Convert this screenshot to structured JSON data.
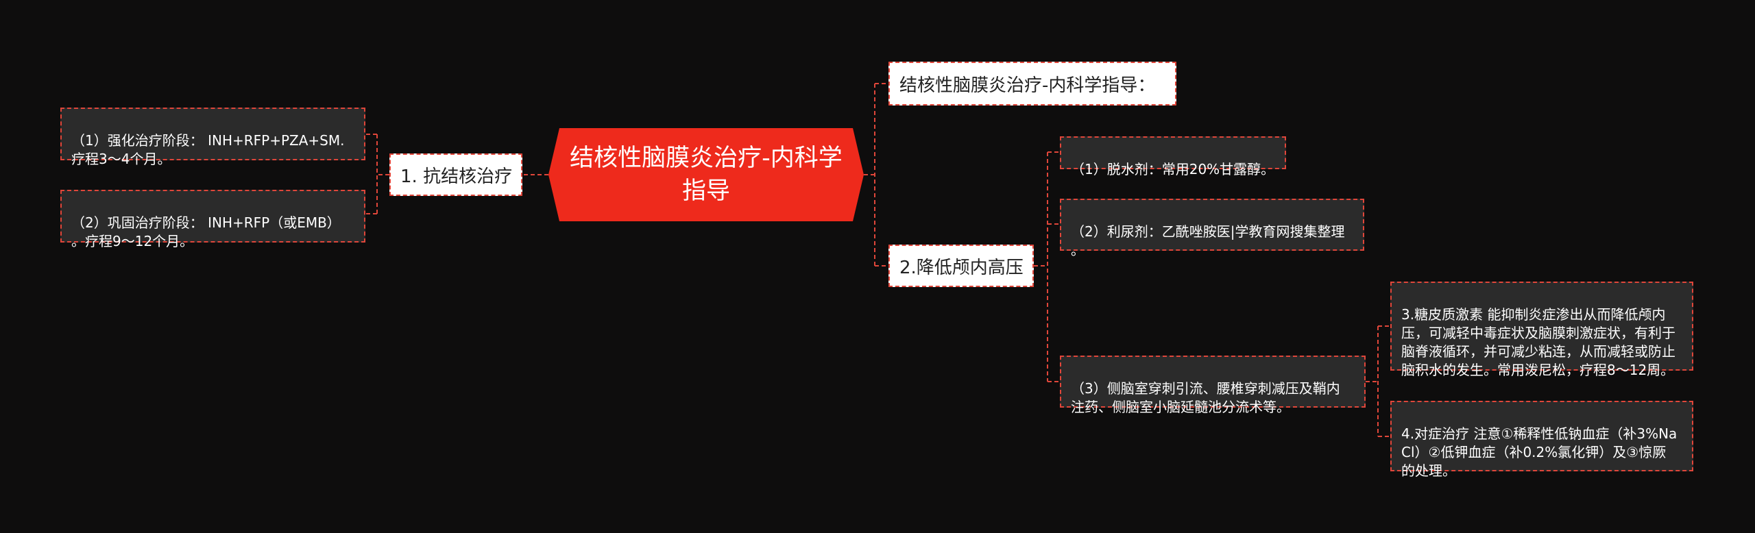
{
  "root": {
    "title": "结核性脑膜炎治疗-内科学指导"
  },
  "left": {
    "branch1": {
      "label": "1. 抗结核治疗",
      "items": [
        "（1）强化治疗阶段： INH+RFP+PZA+SM.\n疗程3～4个月。",
        "（2）巩固治疗阶段： INH+RFP（或EMB）\n。疗程9～12个月。"
      ]
    }
  },
  "right": {
    "heading": "结核性脑膜炎治疗-内科学指导：",
    "branch2": {
      "label": "2.降低颅内高压",
      "items": [
        "（1）脱水剂：常用20%甘露醇。",
        "（2）利尿剂：乙酰唑胺医|学教育网搜集整理\n。",
        "（3）侧脑室穿刺引流、腰椎穿刺减压及鞘内\n注药、侧脑室小脑延髓池分流术等。"
      ],
      "subitems": [
        "3.糖皮质激素 能抑制炎症渗出从而降低颅内\n压，可减轻中毒症状及脑膜刺激症状，有利于\n脑脊液循环，并可减少粘连，从而减轻或防止\n脑积水的发生。常用泼尼松，疗程8～12周。",
        "4.对症治疗 注意①稀释性低钠血症（补3%Na\nCl）②低钾血症（补0.2%氯化钾）及③惊厥\n的处理。"
      ]
    }
  },
  "colors": {
    "background": "#0e0d0d",
    "root_fill": "#ee2a1c",
    "connector": "#e0463a",
    "leaf_fill": "#2b2b2b"
  }
}
